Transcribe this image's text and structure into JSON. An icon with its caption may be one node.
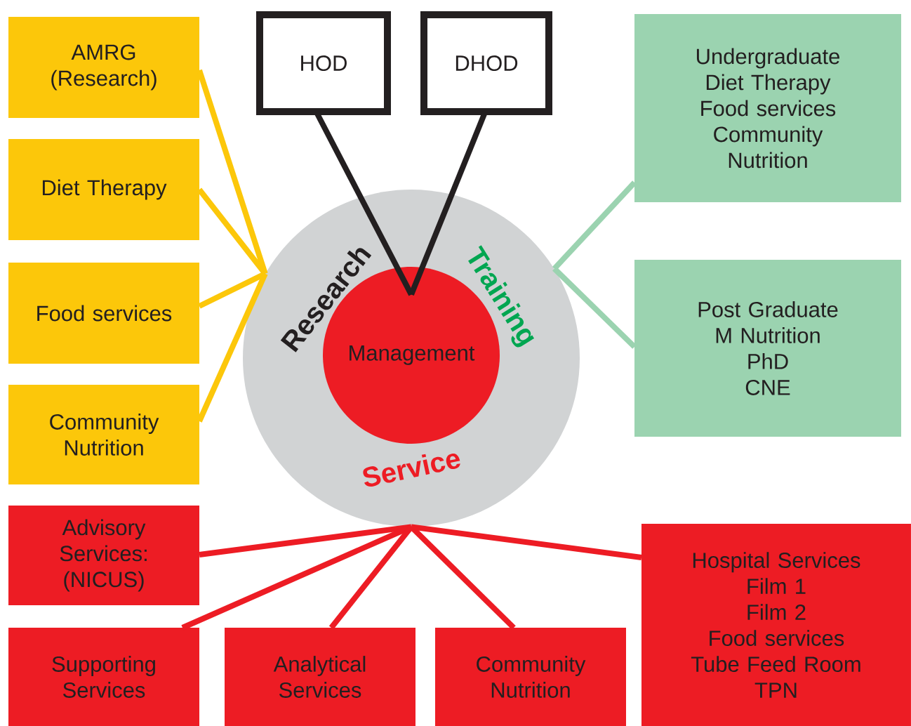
{
  "diagram": {
    "nodes": [
      {
        "text": [
          "Research",
          "Training",
          "Service"
        ]
      },
      {
        "text": [
          "Management"
        ],
        "in": 0
      },
      {
        "text": [
          "HOD"
        ]
      },
      {
        "text": [
          "DHOD"
        ]
      },
      {
        "text": [
          "AMRG (Research)"
        ]
      },
      {
        "text": [
          "Diet Therapy"
        ]
      },
      {
        "text": [
          "Food services"
        ]
      },
      {
        "text": [
          "Community Nutrition"
        ]
      },
      {
        "text": [
          "Undergraduate",
          "Diet Therapy",
          "Food services",
          "Community Nutrition"
        ]
      },
      {
        "text": [
          "Post Graduate",
          "M Nutrition",
          "PhD",
          "CNE"
        ]
      },
      {
        "text": [
          "Advisory Services: (NICUS)"
        ]
      },
      {
        "text": [
          "Supporting Services"
        ]
      },
      {
        "text": [
          "Analytical Services"
        ]
      },
      {
        "text": [
          "Community Nutrition"
        ]
      },
      {
        "text": [
          "Hospital Services",
          "Film 1",
          "Film 2",
          "Food services",
          "Tube Feed Room",
          "TPN"
        ]
      }
    ],
    "edges": [
      {
        "from": 2,
        "to": 1,
        "arrow": "none",
        "color": "#231f20"
      },
      {
        "from": 3,
        "to": 1,
        "arrow": "none",
        "color": "#231f20"
      },
      {
        "from": 4,
        "to": 0,
        "arrow": "none",
        "color": "#fcc70a"
      },
      {
        "from": 5,
        "to": 0,
        "arrow": "none",
        "color": "#fcc70a"
      },
      {
        "from": 6,
        "to": 0,
        "arrow": "none",
        "color": "#fcc70a"
      },
      {
        "from": 7,
        "to": 0,
        "arrow": "none",
        "color": "#fcc70a"
      },
      {
        "from": 0,
        "to": 8,
        "arrow": "none",
        "color": "#9bd3b0"
      },
      {
        "from": 0,
        "to": 9,
        "arrow": "none",
        "color": "#9bd3b0"
      },
      {
        "from": 0,
        "to": 10,
        "arrow": "none"
      },
      {
        "from": 0,
        "to": 11,
        "arrow": "none"
      },
      {
        "from": 0,
        "to": 12,
        "arrow": "none"
      },
      {
        "from": 0,
        "to": 13,
        "arrow": "none"
      },
      {
        "from": 0,
        "to": 14,
        "arrow": "none"
      }
    ]
  }
}
